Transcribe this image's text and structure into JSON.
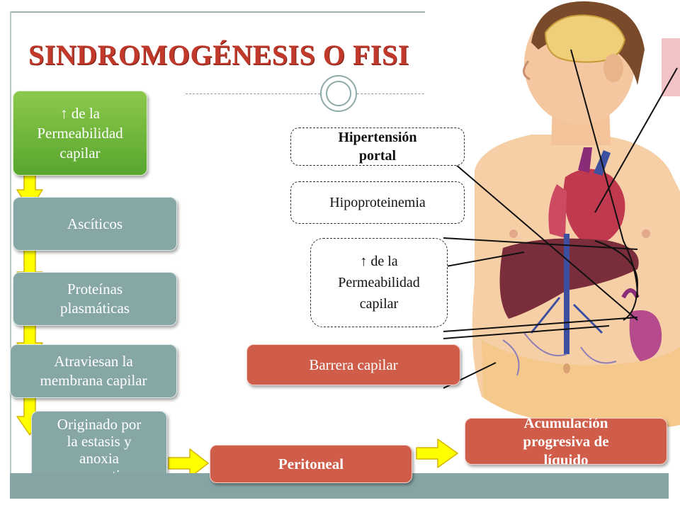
{
  "title": "SINDROMOGÉNESIS O FISI",
  "colors": {
    "title_red": "#c0392b",
    "teal_box": "#86a7a6",
    "green_box": "#6cb33d",
    "red_box": "#cf5d49",
    "arrow_yellow": "#ffff00",
    "bottom_bar": "#87a4a4"
  },
  "left_flow": {
    "permeabilidad": [
      "↑ de la",
      "Permeabilidad",
      "capilar"
    ],
    "asciticos": "Ascíticos",
    "proteinas": [
      "Proteínas",
      "plasmáticas"
    ],
    "atraviesan": [
      "Atraviesan la",
      "membrana capilar"
    ],
    "originado": [
      "Originado por",
      "la estasis y",
      "anoxia",
      "consecutiva"
    ]
  },
  "bottom_flow": {
    "peritoneal": "Peritoneal",
    "acumulacion": [
      "Acumulación",
      "progresiva de",
      "líquido"
    ]
  },
  "center_labels": {
    "hipertension": [
      "Hipertensión",
      "portal"
    ],
    "hipoproteinemia": "Hipoproteinemia",
    "permeabilidad": [
      "↑ de la",
      "Permeabilidad",
      "capilar"
    ],
    "barrera": "Barrera capilar"
  },
  "icons": {
    "flow_arrow": "yellow-down-arrow",
    "flow_arrow_right": "yellow-right-arrow",
    "anatomy": "human-anatomy-illustration"
  }
}
